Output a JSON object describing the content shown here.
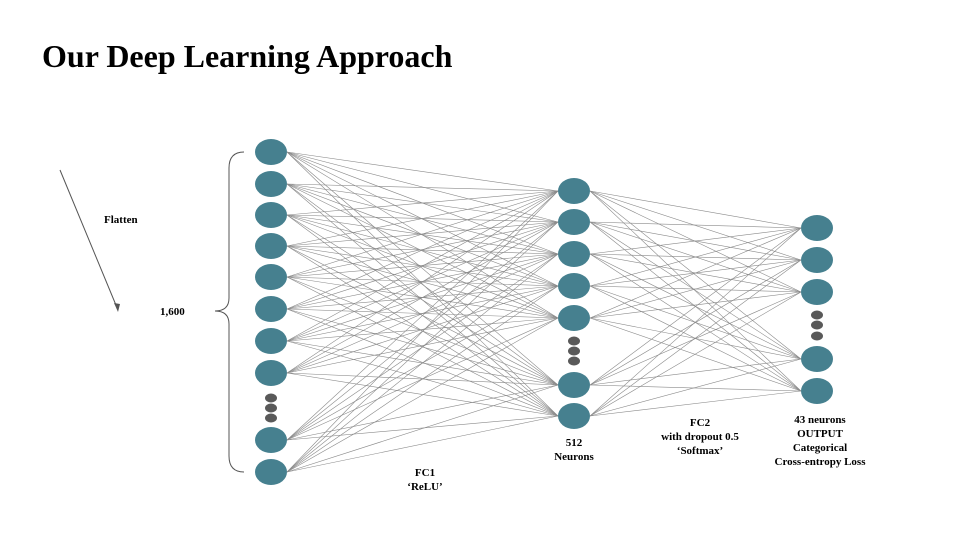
{
  "title": "Our Deep Learning Approach",
  "colors": {
    "neuron": "#46808F",
    "ellipsis_dot": "#595959",
    "edge": "#8a8a8a"
  },
  "labels": {
    "flatten": "Flatten",
    "input_size": "1,600",
    "fc1": [
      "FC1",
      "‘ReLU’"
    ],
    "hidden": [
      "512",
      "Neurons"
    ],
    "fc2": [
      "FC2",
      "with dropout 0.5",
      "‘Softmax’"
    ],
    "output": [
      "43 neurons",
      "OUTPUT",
      "Categorical",
      "Cross-entropy Loss"
    ]
  },
  "layers": [
    {
      "name": "input",
      "nodes_before_ellipsis": 8,
      "nodes_after_ellipsis": 2,
      "ellipsis_dots": 3
    },
    {
      "name": "hidden",
      "nodes_before_ellipsis": 5,
      "nodes_after_ellipsis": 2,
      "ellipsis_dots": 3
    },
    {
      "name": "output",
      "nodes_before_ellipsis": 3,
      "nodes_after_ellipsis": 2,
      "ellipsis_dots": 3
    }
  ]
}
